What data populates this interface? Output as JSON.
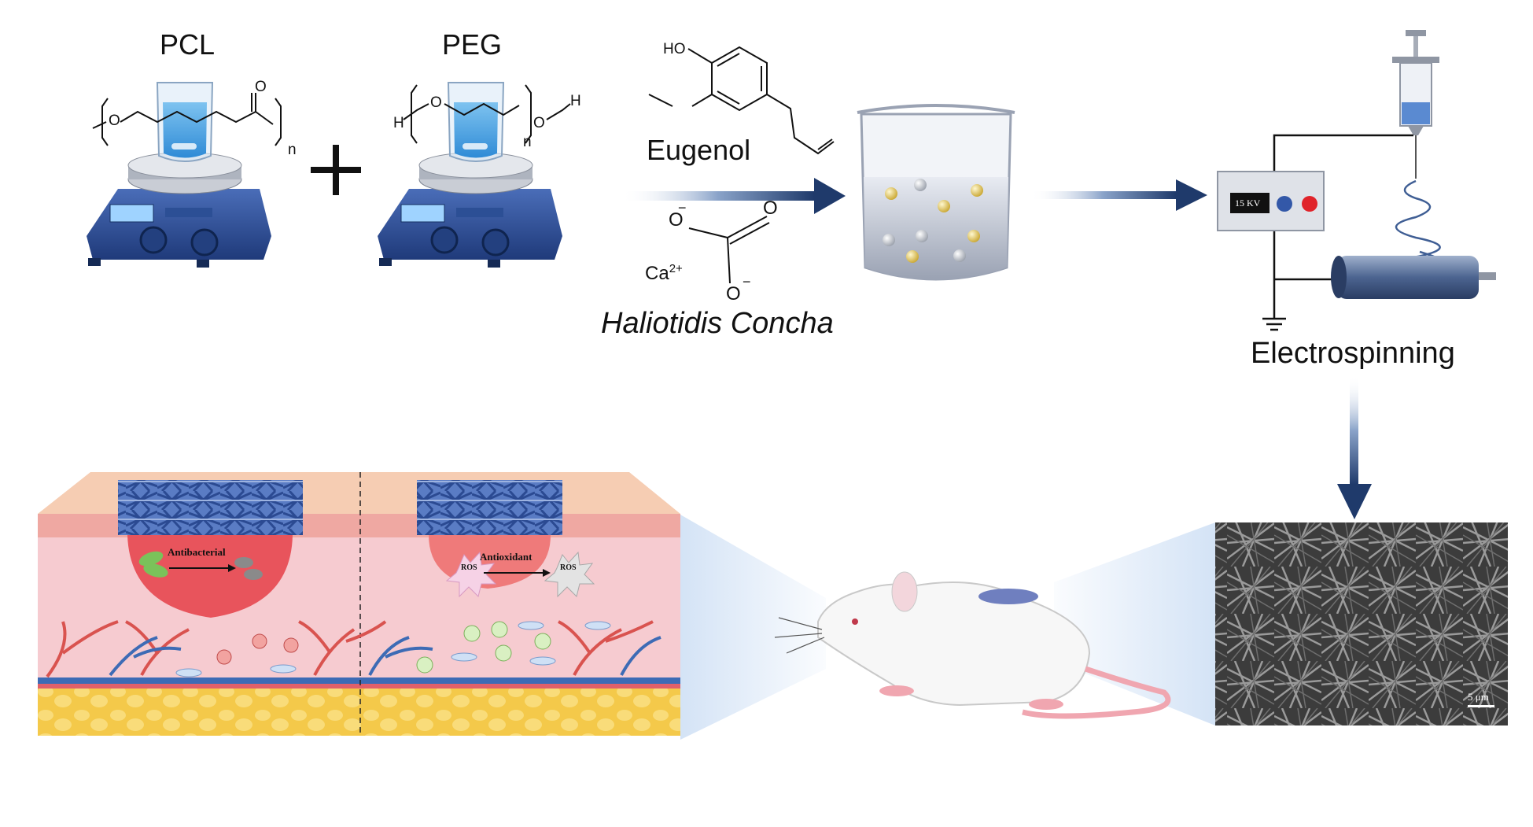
{
  "top": {
    "pcl_label": "PCL",
    "peg_label": "PEG",
    "pcl_n": "n",
    "peg_n": "n",
    "pcl_atom_o1": "O",
    "pcl_atom_o2": "O",
    "peg_atom_h1": "H",
    "peg_atom_o1": "O",
    "peg_atom_o2": "O",
    "peg_atom_h2": "H",
    "plus": "+",
    "eugenol_label": "Eugenol",
    "eugenol_ho": "HO",
    "carbonate_o1": "O",
    "carbonate_o2": "O",
    "carbonate_o3": "O",
    "neg1": "−",
    "neg2": "−",
    "ca": "Ca",
    "ca_charge": "2+",
    "haliotidis": "Haliotidis Concha",
    "voltage": "15 KV",
    "electrospinning": "Electrospinning"
  },
  "bottom": {
    "antibacterial": "Antibacterial",
    "antioxidant": "Antioxidant",
    "ros_left": "ROS",
    "ros_right": "ROS",
    "scale_bar": "5 μm"
  },
  "colors": {
    "arrow_dark": "#1f3a6b",
    "skin_top": "#f6cdb3",
    "dermis": "#f6cbd0",
    "wound_red": "#e8545c",
    "fat": "#f7d56a",
    "mesh_blue": "#3a5ea8",
    "glow": "#cfe0f5"
  },
  "icons": [
    "hotplate-stirrer-icon",
    "beaker-icon",
    "syringe-icon",
    "power-supply-icon",
    "collector-drum-icon",
    "rat-icon",
    "sem-image"
  ]
}
